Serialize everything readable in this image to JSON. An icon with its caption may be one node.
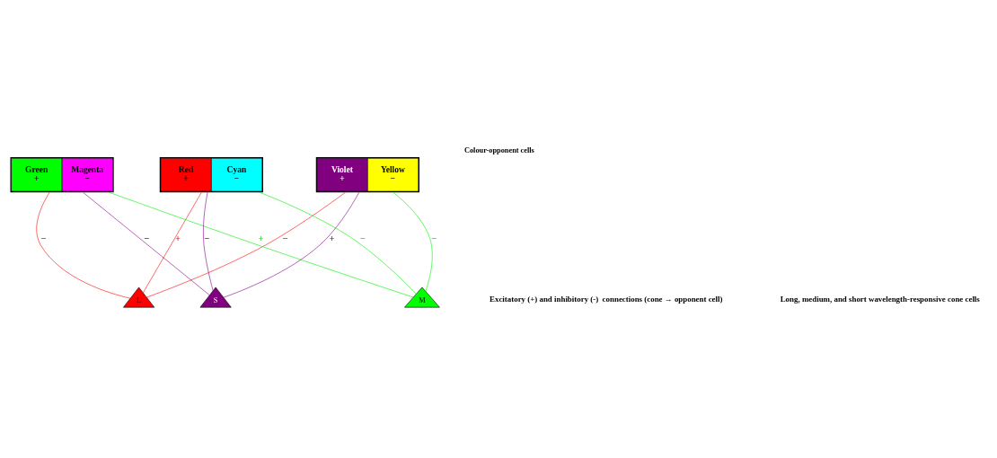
{
  "diagram": {
    "title": "Colour-opponent cells",
    "nodes": [
      {
        "text": [
          "Red",
          "+",
          "Cyan",
          "−"
        ]
      },
      {
        "text": [
          "Green",
          "+",
          "Magenta",
          "−"
        ]
      },
      {
        "text": [
          "Violet",
          "+",
          "Yellow",
          "−"
        ]
      },
      {
        "text": [
          "L"
        ]
      },
      {
        "text": [
          "M"
        ]
      },
      {
        "text": [
          "S"
        ]
      }
    ],
    "edges": [
      {
        "from": 3,
        "to": 0,
        "arrow": "none",
        "label": "+",
        "color": "#ff0000"
      },
      {
        "from": 4,
        "to": 0,
        "arrow": "none",
        "label": "−",
        "color": "#00ee00"
      },
      {
        "from": 5,
        "to": 0,
        "arrow": "none",
        "label": "−",
        "color": "#800080"
      },
      {
        "from": 3,
        "to": 1,
        "arrow": "none",
        "label": "−",
        "color": "#ff0000"
      },
      {
        "from": 4,
        "to": 1,
        "arrow": "none",
        "label": "+",
        "color": "#00ee00"
      },
      {
        "from": 5,
        "to": 1,
        "arrow": "none",
        "label": "−",
        "color": "#800080"
      },
      {
        "from": 3,
        "to": 2,
        "arrow": "none",
        "label": "−",
        "color": "#ff0000"
      },
      {
        "from": 4,
        "to": 2,
        "arrow": "none",
        "label": "−",
        "color": "#00ee00"
      },
      {
        "from": 5,
        "to": 2,
        "arrow": "none",
        "label": "+",
        "color": "#800080"
      }
    ],
    "labels": [
      "Excitatory (+) and inhibitory (-)  connections (cone → opponent cell)",
      "Long, medium, and short wavelength-responsive cone cells"
    ]
  }
}
